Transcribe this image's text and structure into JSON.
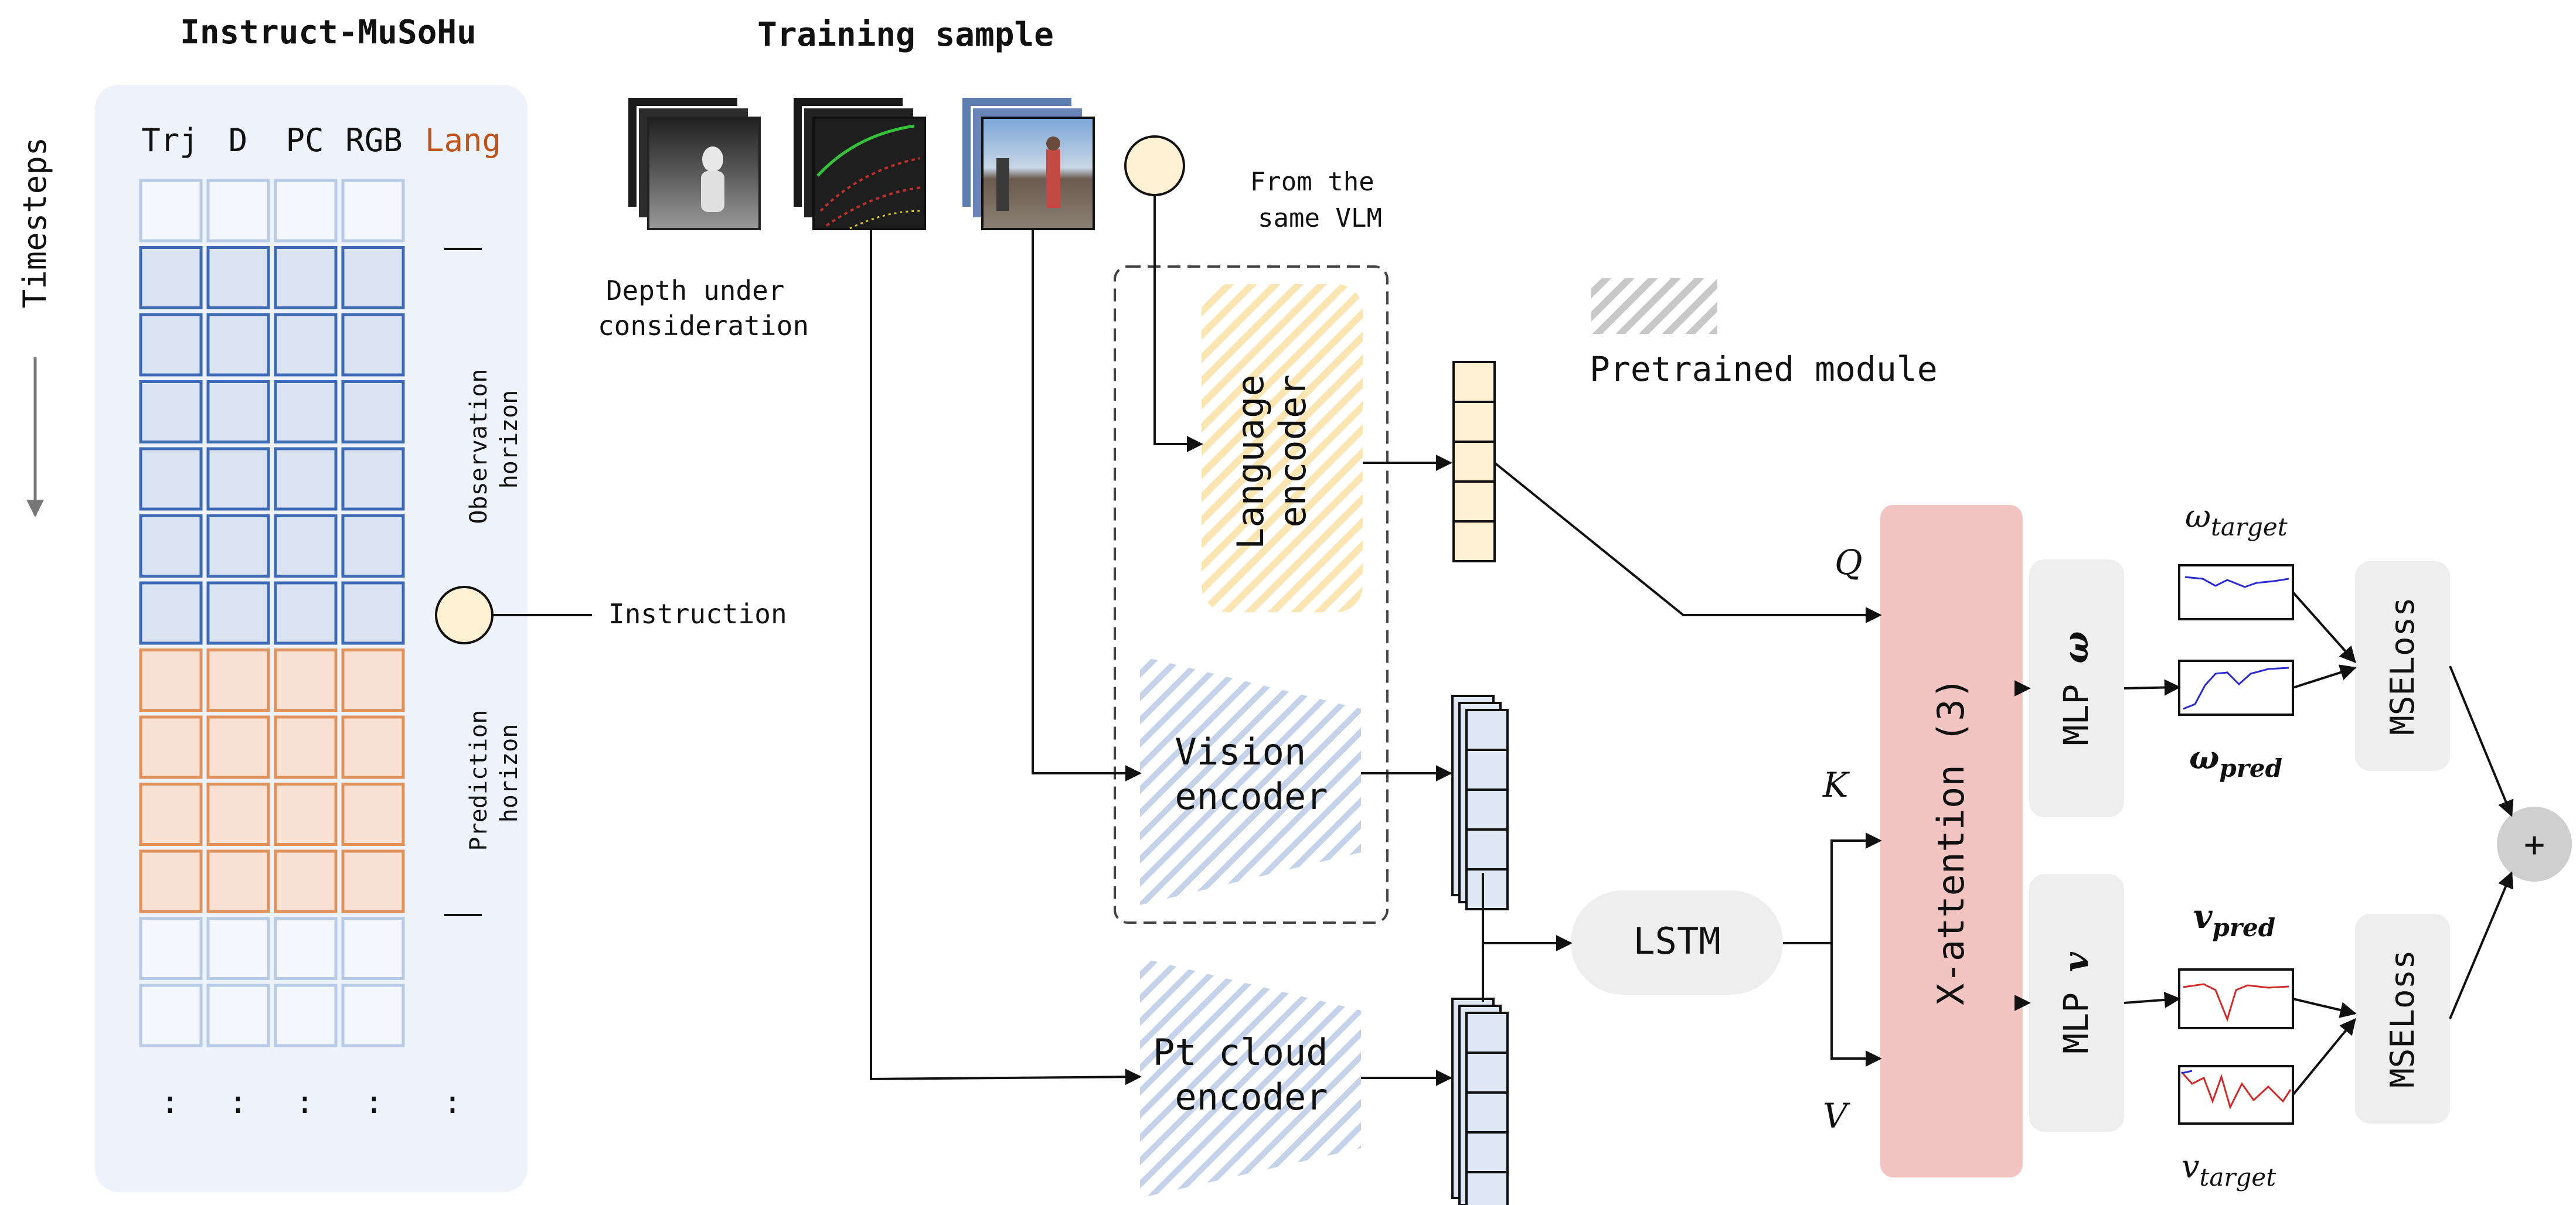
{
  "left_panel": {
    "title": "Instruct-MuSoHu",
    "timesteps_label": "Timesteps",
    "columns": [
      "Trj",
      "D",
      "PC",
      "RGB",
      "Lang"
    ],
    "lang_color": "#c0531a",
    "observation_label_1": "Observation",
    "observation_label_2": "horizon",
    "prediction_label_1": "Prediction",
    "prediction_label_2": "horizon",
    "ellipsis": [
      ":",
      ":",
      ":",
      ":",
      ":"
    ],
    "instruction_label": "Instruction"
  },
  "training": {
    "title": "Training sample",
    "depth_caption_1": "Depth under",
    "depth_caption_2": "consideration",
    "vlm_note_1": "From the",
    "vlm_note_2": "same VLM"
  },
  "legend": {
    "pretrained_label": "Pretrained module"
  },
  "modules": {
    "language_encoder_1": "Language",
    "language_encoder_2": "encoder",
    "vision_encoder_1": "Vision",
    "vision_encoder_2": "encoder",
    "ptcloud_encoder_1": "Pt cloud",
    "ptcloud_encoder_2": "encoder",
    "lstm": "LSTM",
    "xattention": "X-attention (3)",
    "mlp_omega_prefix": "MLP ",
    "mlp_omega_symbol": "ω",
    "mlp_v_prefix": "MLP ",
    "mlp_v_symbol": "v",
    "mseloss_top": "MSELoss",
    "mseloss_bottom": "MSELoss",
    "plus": "+"
  },
  "labels": {
    "Q": "Q",
    "K": "K",
    "V": "V",
    "omega": "ω",
    "omega_target_sub": "target",
    "omega_pred_sub": "pred",
    "v": "v",
    "v_pred_sub": "pred",
    "v_target_sub": "target"
  },
  "colors": {
    "obs_fill": "#dbe4f3",
    "obs_stroke": "#3e6ab5",
    "pred_fill": "#f9e2d3",
    "pred_stroke": "#e0925a",
    "future_fill": "#f3f6fc",
    "future_stroke": "#b8cbe6",
    "token_fill": "#fdf0d3",
    "vision_token_fill": "#e1e8f5",
    "xattn_fill": "#f2c4c2",
    "gray_box": "#eeeeee",
    "panel_bg": "#eef2fa"
  }
}
